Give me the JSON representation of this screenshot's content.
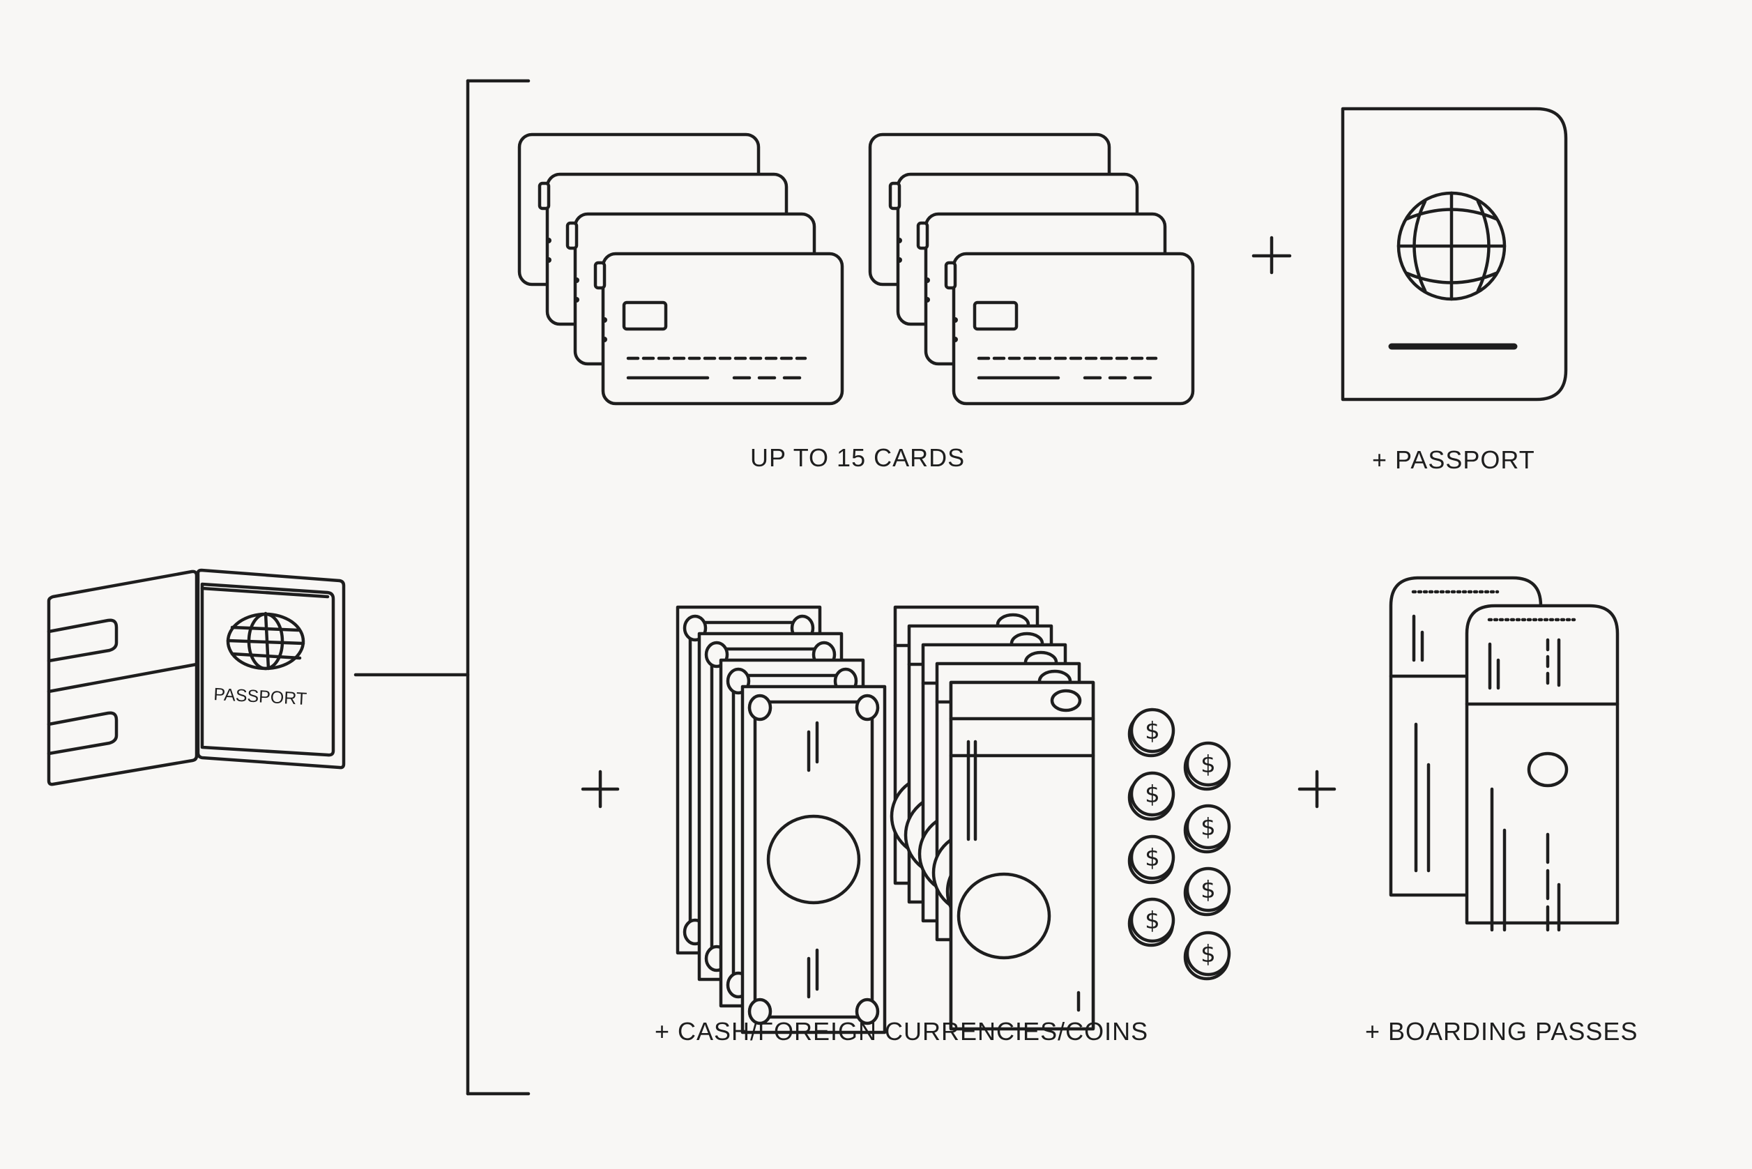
{
  "diagram": {
    "source": {
      "name": "passport-wallet",
      "inner_label": "PASSPORT"
    },
    "items": [
      {
        "id": "cards",
        "label": "UP TO 15 CARDS",
        "icon": "credit-cards-icon",
        "card_count_shown": 8
      },
      {
        "id": "passport",
        "label": "+ PASSPORT",
        "icon": "passport-icon"
      },
      {
        "id": "cash",
        "label": "+ CASH/FOREIGN CURRENCIES/COINS",
        "icon": "banknotes-coins-icon",
        "coin_symbol": "$",
        "coin_count": 8
      },
      {
        "id": "boarding",
        "label": "+ BOARDING PASSES",
        "icon": "boarding-passes-icon"
      }
    ],
    "connector_symbol": "+"
  },
  "colors": {
    "background": "#f8f7f5",
    "stroke": "#1e1e1e"
  }
}
